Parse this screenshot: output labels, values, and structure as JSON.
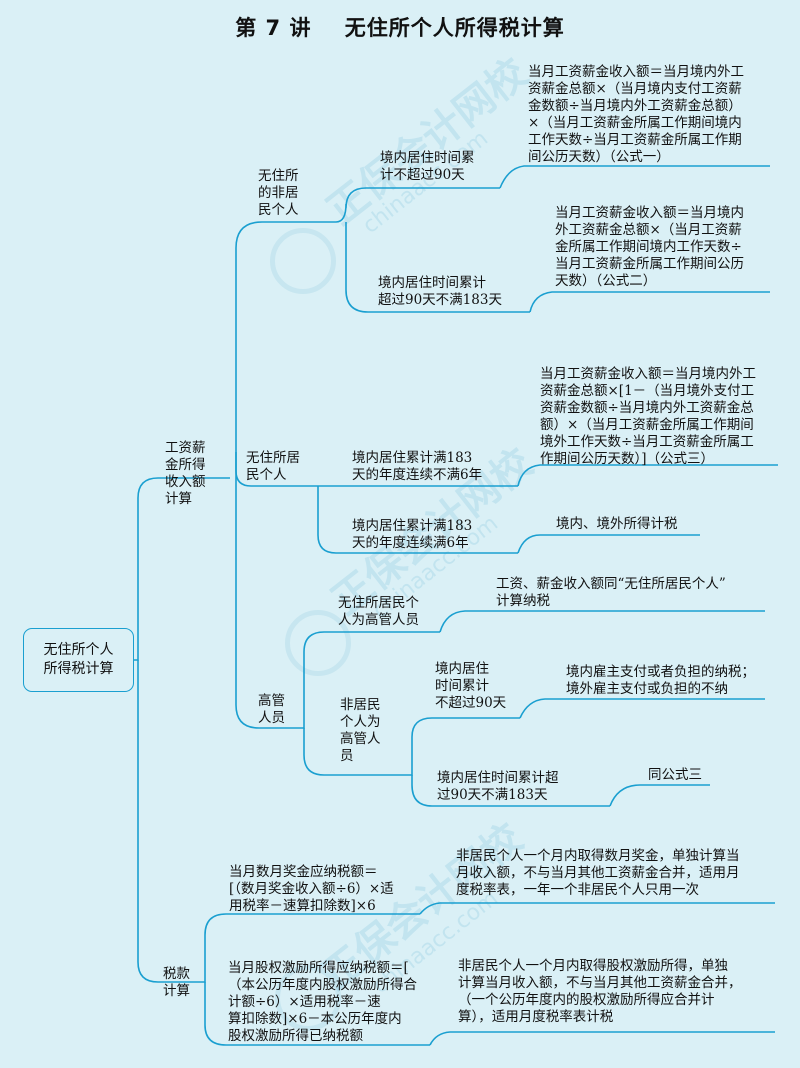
{
  "title": "第 7 讲    无住所个人所得税计算",
  "watermark": {
    "text": "正保会计网校",
    "site": "chinaacc.com"
  },
  "root": "无住所个人\n所得税计算",
  "branches": {
    "salary": "工资薪\n金所得\n收入额\n计算",
    "tax": "税款\n计算"
  },
  "nonresident": {
    "label": "无住所\n的非居\n民个人",
    "within90": "境内居住时间累\n计不超过90天",
    "formula1": "当月工资薪金收入额＝当月境内外工\n资薪金总额×（当月境内支付工资薪\n金数额÷当月境内外工资薪金总额）\n×（当月工资薪金所属工作期间境内\n工作天数÷当月工资薪金所属工作期\n间公历天数）（公式一）",
    "over90": "境内居住时间累计\n超过90天不满183天",
    "formula2": "当月工资薪金收入额＝当月境内\n外工资薪金总额×（当月工资薪\n金所属工作期间境内工作天数÷\n当月工资薪金所属工作期间公历\n天数）（公式二）"
  },
  "resident": {
    "label": "无住所居\n民个人",
    "under6": "境内居住累计满183\n天的年度连续不满6年",
    "formula3": "当月工资薪金收入额＝当月境内外工\n资薪金总额×[1－（当月境外支付工\n资薪金数额÷当月境内外工资薪金总\n额）×（当月工资薪金所属工作期间\n境外工作天数÷当月工资薪金所属工\n作期间公历天数）]（公式三）",
    "full6": "境内居住累计满183\n天的年度连续满6年",
    "full6_result": "境内、境外所得计税"
  },
  "executive": {
    "label": "高管\n人员",
    "resident_exec": "无住所居民个\n人为高管人员",
    "resident_exec_result": "工资、薪金收入额同“无住所居民个人”\n计算纳税",
    "nonresident_exec": "非居民\n个人为\n高管人\n员",
    "exec_within90": "境内居住\n时间累计\n不超过90天",
    "exec_within90_result": "境内雇主支付或者负担的纳税；\n境外雇主支付或负担的不纳",
    "exec_over90": "境内居住时间累计超\n过90天不满183天",
    "exec_over90_result": "同公式三"
  },
  "tax": {
    "bonus_formula": "当月数月奖金应纳税额＝\n[（数月奖金收入额÷6）×适\n用税率－速算扣除数]×6",
    "bonus_note": "非居民个人一个月内取得数月奖金，单独计算当\n月收入额，不与当月其他工资薪金合并，适用月\n度税率表，一年一个非居民个人只用一次",
    "equity_formula": "当月股权激励所得应纳税额＝[\n（本公历年度内股权激励所得合\n计额÷6）×适用税率－速\n算扣除数]×6－本公历年度内\n股权激励所得已纳税额",
    "equity_note": "非居民个人一个月内取得股权激励所得，单独\n计算当月收入额，不与当月其他工资薪金合并，\n（一个公历年度内的股权激励所得应合并计\n算），适用月度税率表计税"
  }
}
